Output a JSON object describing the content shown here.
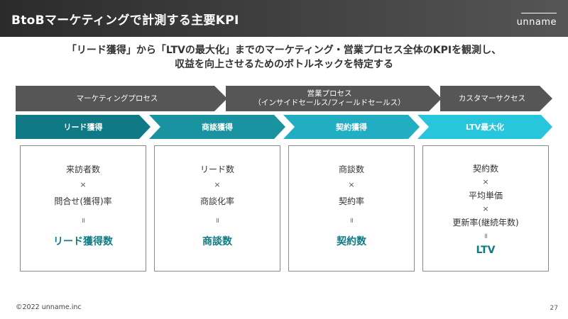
{
  "header": {
    "title": "BtoBマーケティングで計測する主要KPI",
    "brand": "unname"
  },
  "subtitle": {
    "line1": "「リード獲得」から「LTVの最大化」までのマーケティング・営業プロセス全体のKPIを観測し、",
    "line2": "収益を向上させるためのボトルネックを特定する"
  },
  "processes": [
    {
      "label": "マーケティングプロセス",
      "sub": ""
    },
    {
      "label": "営業プロセス",
      "sub": "（インサイドセールス/フィールドセールス）"
    },
    {
      "label": "カスタマーサクセス",
      "sub": ""
    }
  ],
  "stages": [
    "リード獲得",
    "商談獲得",
    "契約獲得",
    "LTV最大化"
  ],
  "cards": [
    {
      "item1": "来訪者数",
      "op1": "×",
      "item2": "問合せ(獲得)率",
      "eq": "॥",
      "result": "リード獲得数"
    },
    {
      "item1": "リード数",
      "op1": "×",
      "item2": "商談化率",
      "eq": "॥",
      "result": "商談数"
    },
    {
      "item1": "商談数",
      "op1": "×",
      "item2": "契約率",
      "eq": "॥",
      "result": "契約数"
    },
    {
      "item1": "契約数",
      "op1": "×",
      "item2": "平均単価",
      "op2": "×",
      "item3": "更新率(継続年数)",
      "eq": "॥",
      "result": "LTV"
    }
  ],
  "colors": {
    "stage1": "#0f7a85",
    "stage2": "#1a93a0",
    "stage3": "#22aec2",
    "stage4": "#27c6dd",
    "result": "#0f7a85",
    "process": "#565656"
  },
  "footer": {
    "copyright": "©2022 unname.inc",
    "page": "27"
  }
}
